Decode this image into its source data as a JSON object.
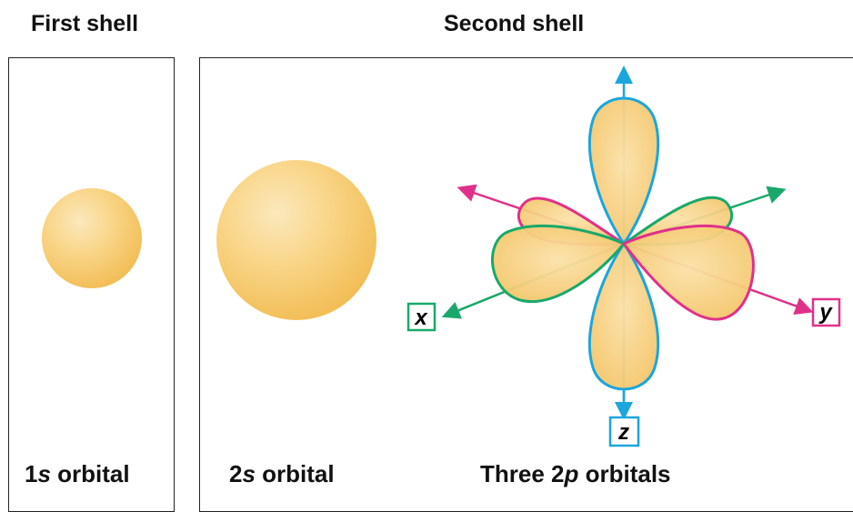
{
  "headings": {
    "first": "First shell",
    "second": "Second shell"
  },
  "captions": {
    "s1": {
      "prefix": "1",
      "italic": "s",
      "suffix": " orbital"
    },
    "s2": {
      "prefix": "2",
      "italic": "s",
      "suffix": " orbital"
    },
    "p2": {
      "prefix": "Three 2",
      "italic": "p",
      "suffix": " orbitals"
    }
  },
  "axes": {
    "x": "x",
    "y": "y",
    "z": "z"
  },
  "colors": {
    "orbital_fill": "#f7c765",
    "orbital_highlight": "#fbe4b0",
    "x_axis": "#1aa86a",
    "y_axis": "#e0318a",
    "z_axis": "#1ba6dc"
  }
}
